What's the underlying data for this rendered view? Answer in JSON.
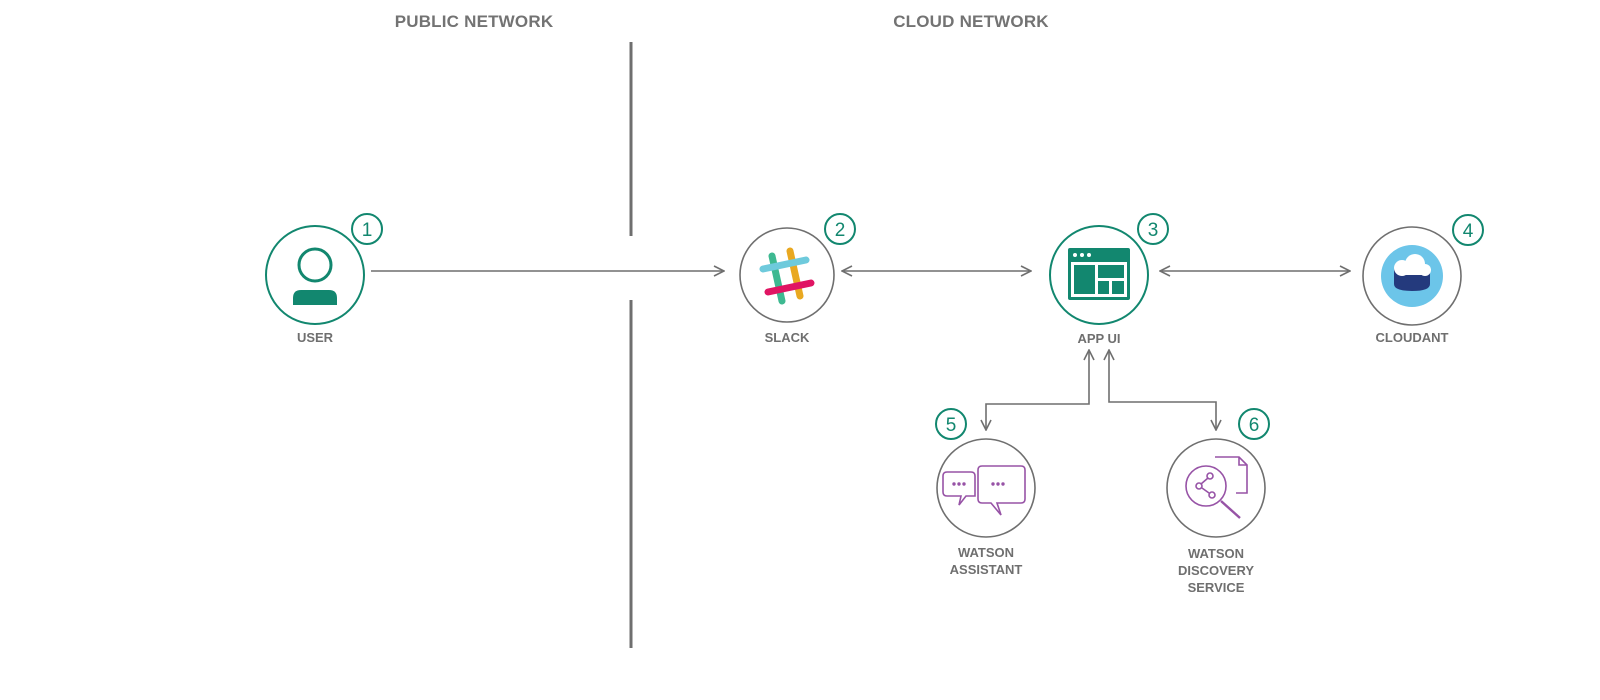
{
  "sections": {
    "public": "PUBLIC NETWORK",
    "cloud": "CLOUD NETWORK"
  },
  "nodes": [
    {
      "id": "user",
      "label": "USER",
      "step": "1",
      "icon": "user-icon"
    },
    {
      "id": "slack",
      "label": "SLACK",
      "step": "2",
      "icon": "slack-icon"
    },
    {
      "id": "app-ui",
      "label": "APP UI",
      "step": "3",
      "icon": "app-window-icon"
    },
    {
      "id": "cloudant",
      "label": "CLOUDANT",
      "step": "4",
      "icon": "database-cloud-icon"
    },
    {
      "id": "watson-assistant",
      "label_lines": [
        "WATSON",
        "ASSISTANT"
      ],
      "step": "5",
      "icon": "chat-bubbles-icon"
    },
    {
      "id": "watson-discovery",
      "label_lines": [
        "WATSON",
        "DISCOVERY",
        "SERVICE"
      ],
      "step": "6",
      "icon": "discovery-search-icon"
    }
  ],
  "colors": {
    "teal": "#12876f",
    "gray": "#6f6f6f",
    "purple": "#9753a6",
    "slack_green": "#3eb991",
    "slack_blue": "#6ecadc",
    "slack_yellow": "#e9a820",
    "slack_red": "#e01563",
    "cloudant_light": "#6cc5e9",
    "cloudant_dark": "#243a7d"
  }
}
